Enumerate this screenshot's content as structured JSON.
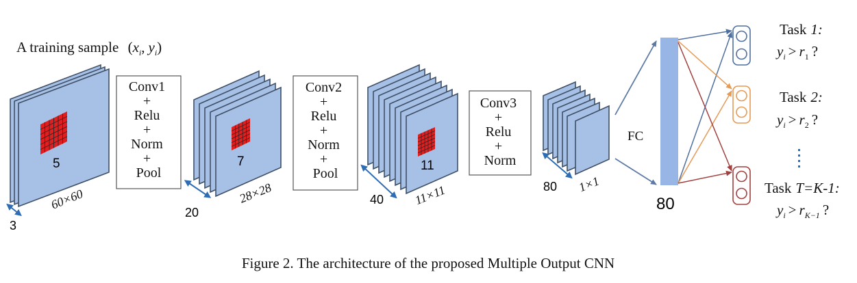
{
  "input_label": {
    "prefix": "A training sample",
    "open": "(",
    "x": "x",
    "x_sub": "i",
    "comma": ",",
    "y": "y",
    "y_sub": "i",
    "close": ")"
  },
  "stages": [
    {
      "kernel": "5",
      "size": "60×60",
      "depth": "3"
    },
    {
      "kernel": "7",
      "size": "28×28",
      "depth": "20"
    },
    {
      "kernel": "11",
      "size": "11×11",
      "depth": "40"
    },
    {
      "kernel": "",
      "size": "1×1",
      "depth": "80"
    }
  ],
  "ops": [
    {
      "lines": [
        "Conv1",
        "+",
        "Relu",
        "+",
        "Norm",
        "+",
        "Pool"
      ]
    },
    {
      "lines": [
        "Conv2",
        "+",
        "Relu",
        "+",
        "Norm",
        "+",
        "Pool"
      ]
    },
    {
      "lines": [
        "Conv3",
        "+",
        "Relu",
        "+",
        "Norm"
      ]
    }
  ],
  "fc_label": "FC",
  "fc_size": "80",
  "tasks": [
    {
      "title": "Task",
      "num": "1:",
      "cond": "y",
      "sub": "i",
      "op": ">",
      "r": "r",
      "r_sub": "1",
      "q": "?"
    },
    {
      "title": "Task",
      "num": "2:",
      "cond": "y",
      "sub": "i",
      "op": ">",
      "r": "r",
      "r_sub": "2",
      "q": "?"
    },
    {
      "title": "Task",
      "num": "T=K-1:",
      "cond": "y",
      "sub": "i",
      "op": ">",
      "r": "r",
      "r_sub": "K−1",
      "q": "?"
    }
  ],
  "task_colors": [
    "#4f6f9f",
    "#e59a55",
    "#a0403f"
  ],
  "map_fill": "#a6c0e6",
  "map_stroke": "#3f4f66",
  "kernel_fill": "#e02020",
  "caption": "Figure 2. The architecture of the proposed Multiple Output CNN"
}
